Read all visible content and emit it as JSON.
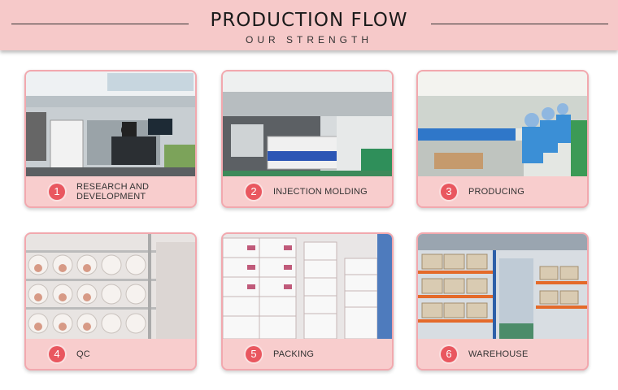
{
  "header": {
    "title": "PRODUCTION  FLOW",
    "subtitle": "OUR STRENGTH"
  },
  "steps": [
    {
      "number": "1",
      "label": "RESEARCH AND\nDEVELOPMENT",
      "photo_icon": "office-photo"
    },
    {
      "number": "2",
      "label": "INJECTION MOLDING",
      "photo_icon": "machine-photo"
    },
    {
      "number": "3",
      "label": "PRODUCING",
      "photo_icon": "assembly-line-photo"
    },
    {
      "number": "4",
      "label": "QC",
      "photo_icon": "product-shelf-photo"
    },
    {
      "number": "5",
      "label": "PACKING",
      "photo_icon": "boxes-photo"
    },
    {
      "number": "6",
      "label": "WAREHOUSE",
      "photo_icon": "warehouse-photo"
    }
  ],
  "colors": {
    "header_bg": "#f6c9c9",
    "card_border": "#f2a8ae",
    "badge": "#e9575f"
  }
}
